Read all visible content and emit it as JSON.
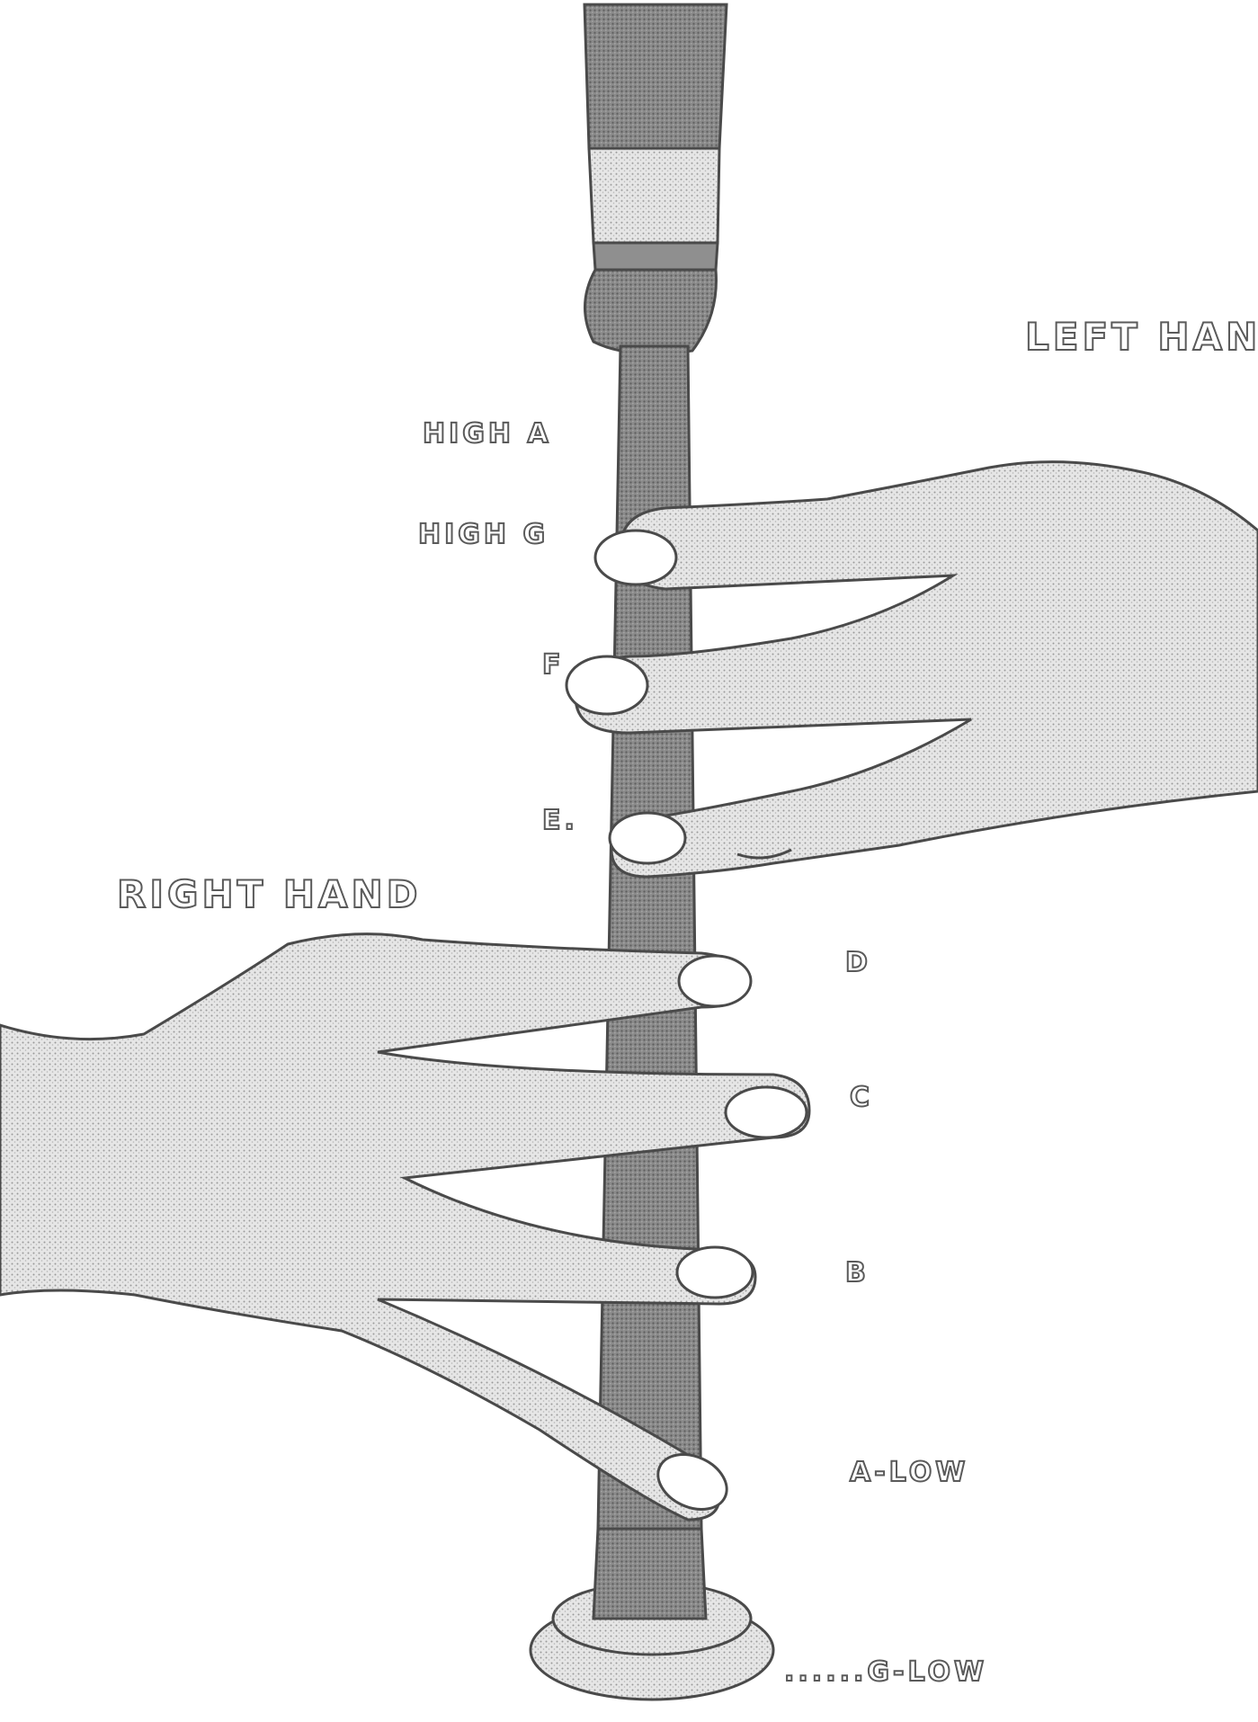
{
  "hands": {
    "left": "LEFT HAND",
    "right": "RIGHT HAND"
  },
  "notes": {
    "high_a": "HIGH A",
    "high_g": "HIGH G",
    "f": "F",
    "e": "E.",
    "d": "D",
    "c": "C",
    "b": "B",
    "a_low": "A-LOW",
    "g_low": "......G-LOW"
  },
  "colors": {
    "ink": "#4a4a4a",
    "shade": "#9a9a9a",
    "chanter": "#7a7a7a",
    "paper": "#ffffff"
  }
}
